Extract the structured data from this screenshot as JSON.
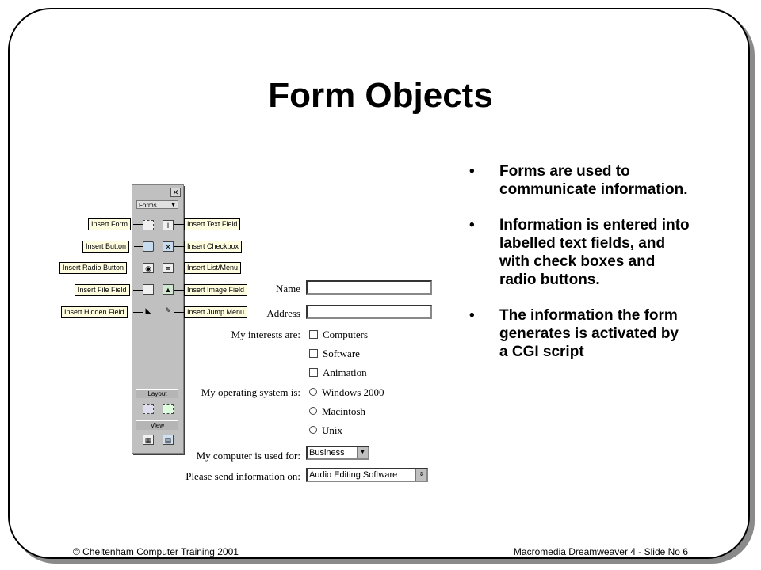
{
  "slide": {
    "title": "Form Objects",
    "bullets": [
      "Forms are used to communicate information.",
      "Information is entered into labelled text fields, and with check boxes and radio buttons.",
      "The information the form generates is activated by a CGI script"
    ],
    "footer_left": "© Cheltenham Computer Training 2001",
    "footer_right": "Macromedia Dreamweaver 4 - Slide No 6"
  },
  "palette": {
    "close_glyph": "✕",
    "dropdown": "Forms",
    "dropdown_arrow": "▼",
    "layout_label": "Layout",
    "view_label": "View"
  },
  "callouts": {
    "left": [
      "Insert Form",
      "Insert Button",
      "Insert Radio Button",
      "Insert File Field",
      "Insert Hidden Field"
    ],
    "right": [
      "Insert Text Field",
      "Insert Checkbox",
      "Insert List/Menu",
      "Insert Image Field",
      "Insert Jump Menu"
    ]
  },
  "form": {
    "name_label": "Name",
    "address_label": "Address",
    "interests_label": "My interests are:",
    "interests": [
      "Computers",
      "Software",
      "Animation"
    ],
    "os_label": "My operating system is:",
    "os": [
      "Windows 2000",
      "Macintosh",
      "Unix"
    ],
    "used_for_label": "My computer is used for:",
    "used_for_value": "Business",
    "send_label": "Please send information on:",
    "send_value": "Audio Editing Software"
  }
}
